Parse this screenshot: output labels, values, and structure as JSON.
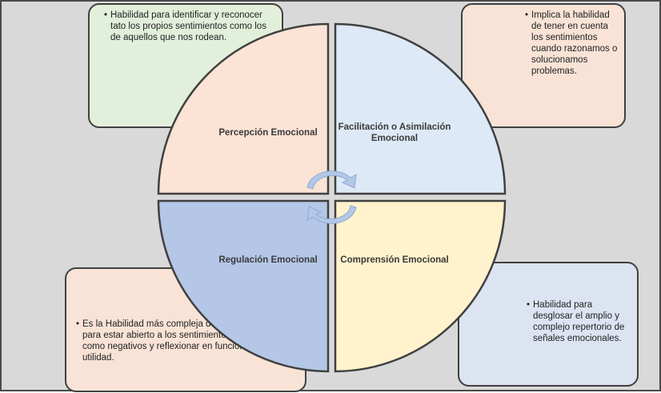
{
  "quadrants": [
    {
      "id": "tl",
      "label": "Percepción Emocional",
      "color": "#fbe3d6"
    },
    {
      "id": "tr",
      "label": "Facilitación o Asimilación Emocional",
      "color": "#dde9f6"
    },
    {
      "id": "bl",
      "label": "Regulación Emocional",
      "color": "#b4c7e7"
    },
    {
      "id": "br",
      "label": "Comprensión Emocional",
      "color": "#fff2cc"
    }
  ],
  "boxes": {
    "tl": {
      "text": "Habilidad para identificar y reconocer tato los propios sentimientos como los de aquellos que nos rodean.",
      "color": "#e2efda"
    },
    "tr": {
      "text": "Implica la habilidad de tener en cuenta los sentimientos cuando razonamos o solucionamos problemas.",
      "color": "#f8e3d6"
    },
    "bl": {
      "text": "Es la Habilidad más compleja de I.E. Es la capacidad para estar abierto a los sentimientos, tanto positivos como negativos y reflexionar en función de la utilidad.",
      "color": "#f8e3d6"
    },
    "br": {
      "text": "Habilidad para desglosar el amplio y complejo repertorio de señales emocionales.",
      "color": "#dce4f2"
    }
  },
  "colors": {
    "background": "#d9d9d9",
    "outline": "#404040",
    "arrow": "#b4c7e7"
  }
}
